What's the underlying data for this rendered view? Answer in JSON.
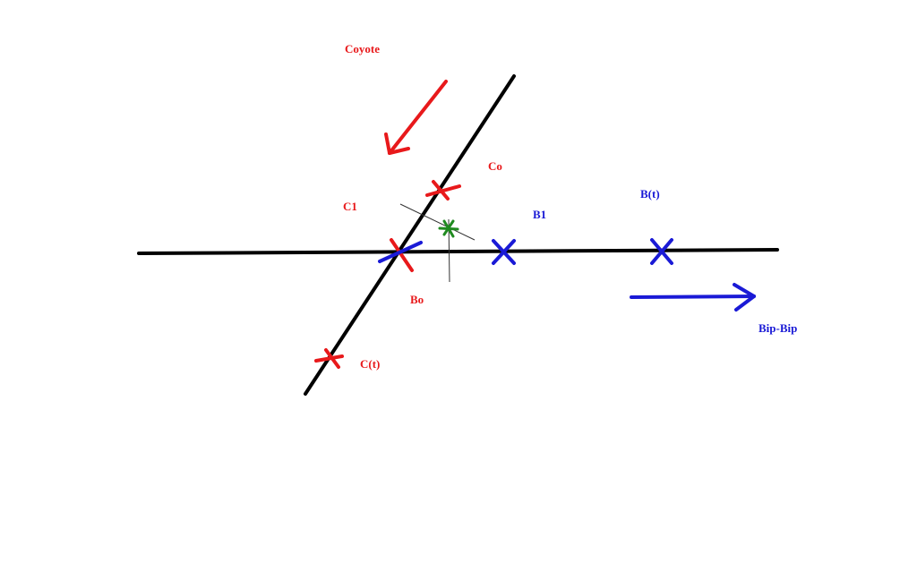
{
  "colors": {
    "background": "#ffffff",
    "track": "#000000",
    "coyote": "#e8191b",
    "bipbip": "#1a1ad6",
    "helper": "#1f8a1f",
    "construction": "#333333"
  },
  "labels": {
    "coyote": "Coyote",
    "co": "Co",
    "c1": "C1",
    "bo": "Bo",
    "ct": "C(t)",
    "b1": "B1",
    "bt": "B(t)",
    "bipbip": "Bip-Bip"
  },
  "markers": {
    "coyote_positions": [
      "Co",
      "C(t)"
    ],
    "bipbip_positions": [
      "B1",
      "B(t)"
    ],
    "intersection": "Bo"
  }
}
